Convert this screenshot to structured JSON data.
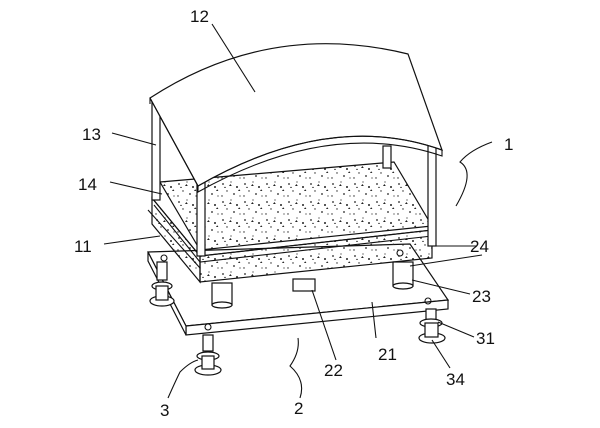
{
  "labels": {
    "l1": "1",
    "l2": "2",
    "l3": "3",
    "l11": "11",
    "l12": "12",
    "l13": "13",
    "l14": "14",
    "l21": "21",
    "l22": "22",
    "l23": "23",
    "l24": "24",
    "l31": "31",
    "l34": "34"
  }
}
